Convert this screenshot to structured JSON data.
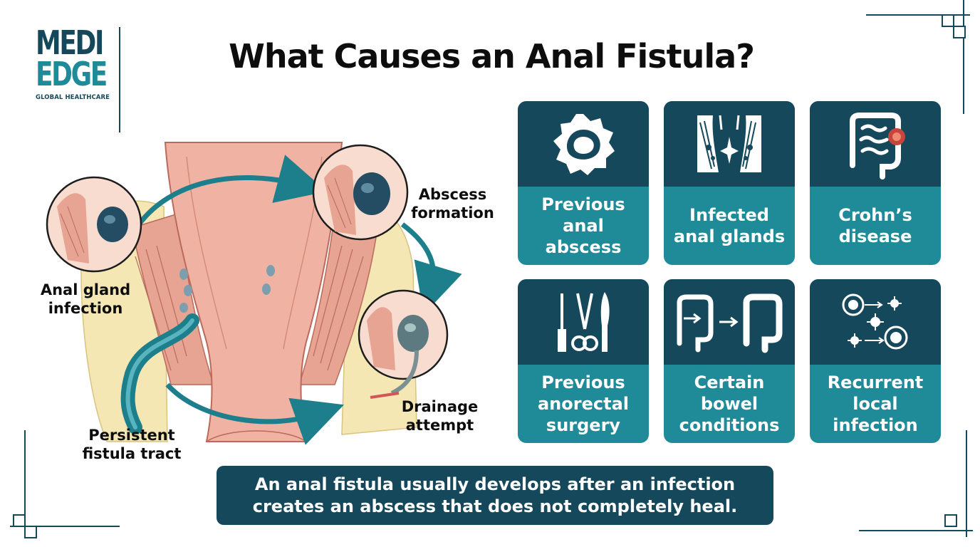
{
  "logo": {
    "line1": "MEDI",
    "line2": "EDGE",
    "line3": "GLOBAL HEALTHCARE"
  },
  "title": "What Causes an Anal Fistula?",
  "diagram": {
    "labels": {
      "anal_gland_infection": [
        "Anal gland",
        "infection"
      ],
      "abscess_formation": [
        "Abscess",
        "formation"
      ],
      "drainage_attempt": [
        "Drainage",
        "attempt"
      ],
      "persistent_fistula_tract": [
        "Persistent",
        "fistula tract"
      ]
    }
  },
  "causes": [
    {
      "label": "Previous\nanal\nabscess",
      "icon": "abscess-icon"
    },
    {
      "label": "Infected\nanal glands",
      "icon": "anal-glands-icon"
    },
    {
      "label": "Crohn’s\ndisease",
      "icon": "intestine-inflammation-icon"
    },
    {
      "label": "Previous\nanorectal\nsurgery",
      "icon": "surgical-tools-icon"
    },
    {
      "label": "Certain\nbowel\nconditions",
      "icon": "bowel-comparison-icon"
    },
    {
      "label": "Recurrent\nlocal\ninfection",
      "icon": "germs-icon"
    }
  ],
  "summary": "An anal fistula usually develops after an infection creates an abscess that does not completely heal.",
  "colors": {
    "navy": "#16485c",
    "teal": "#1f8a98",
    "tissue": "#e8a493",
    "fat": "#f4e7b4",
    "abscess": "#244c63"
  }
}
